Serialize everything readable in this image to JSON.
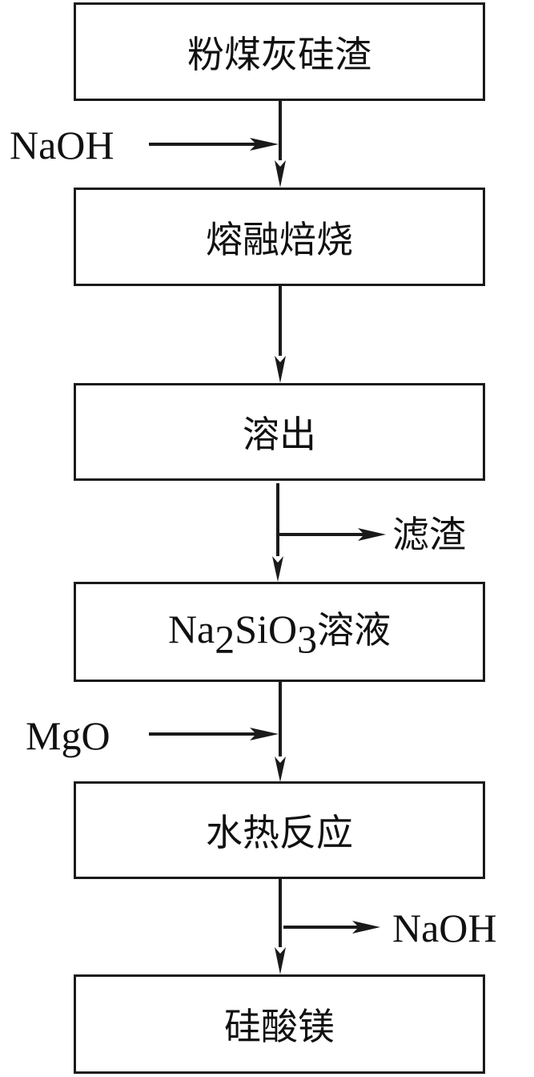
{
  "diagram": {
    "title": "硅酸镁制备工艺流程",
    "steps": [
      {
        "id": "step-1",
        "label": "粉煤灰硅渣"
      },
      {
        "id": "step-2",
        "label": "熔融焙烧"
      },
      {
        "id": "step-3",
        "label": "溶出"
      },
      {
        "id": "step-4",
        "formula": {
          "a": "Na",
          "a_sub": "2",
          "b": "SiO",
          "b_sub": "3"
        },
        "suffix": "溶液"
      },
      {
        "id": "step-5",
        "label": "水热反应"
      },
      {
        "id": "step-6",
        "label": "硅酸镁"
      }
    ],
    "inputs": [
      {
        "label": "NaOH",
        "into_between": [
          "step-1",
          "step-2"
        ],
        "direction": "in"
      },
      {
        "label": "MgO",
        "into_between": [
          "step-4",
          "step-5"
        ],
        "direction": "in"
      }
    ],
    "outputs": [
      {
        "label": "滤渣",
        "from_between": [
          "step-3",
          "step-4"
        ],
        "direction": "out"
      },
      {
        "label": "NaOH",
        "from_between": [
          "step-5",
          "step-6"
        ],
        "direction": "out"
      }
    ],
    "colors": {
      "line": "#1a1a1a",
      "background": "#ffffff"
    }
  }
}
